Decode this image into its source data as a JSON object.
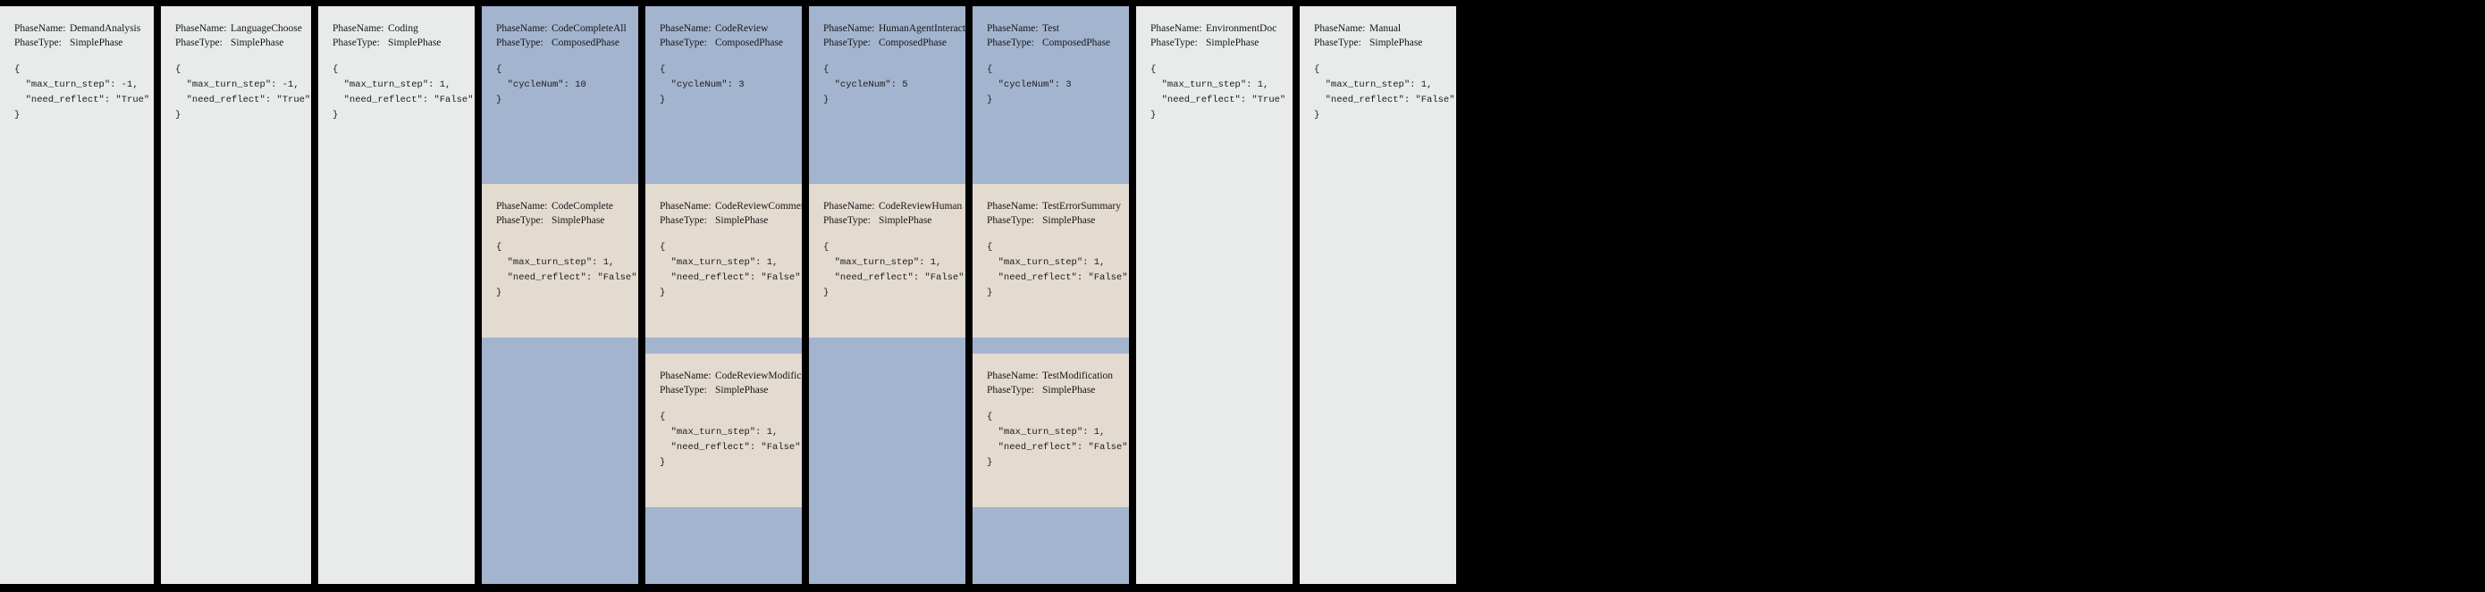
{
  "labels": {
    "phase_name_key": "PhaseName:",
    "phase_type_key": "PhaseType:"
  },
  "colors": {
    "simple_panel_bg": "#e8ebea",
    "composed_panel_bg": "#a3b4cf",
    "sub_phase_bg": "#e3dad0",
    "separator": "#000000",
    "text": "#151515"
  },
  "panels": [
    {
      "name": "DemandAnalysis",
      "type": "SimplePhase",
      "style": "simple",
      "config": "{\n  \"max_turn_step\": -1,\n  \"need_reflect\": \"True\"\n}",
      "subphases": []
    },
    {
      "name": "LanguageChoose",
      "type": "SimplePhase",
      "style": "simple",
      "config": "{\n  \"max_turn_step\": -1,\n  \"need_reflect\": \"True\"\n}",
      "subphases": []
    },
    {
      "name": "Coding",
      "type": "SimplePhase",
      "style": "simple",
      "config": "{\n  \"max_turn_step\": 1,\n  \"need_reflect\": \"False\"\n}",
      "subphases": []
    },
    {
      "name": "CodeCompleteAll",
      "type": "ComposedPhase",
      "style": "composed",
      "config": "{\n  \"cycleNum\": 10\n}",
      "subphases": [
        {
          "name": "CodeComplete",
          "type": "SimplePhase",
          "config": "{\n  \"max_turn_step\": 1,\n  \"need_reflect\": \"False\"\n}"
        }
      ]
    },
    {
      "name": "CodeReview",
      "type": "ComposedPhase",
      "style": "composed",
      "config": "{\n  \"cycleNum\": 3\n}",
      "subphases": [
        {
          "name": "CodeReviewComment",
          "type": "SimplePhase",
          "config": "{\n  \"max_turn_step\": 1,\n  \"need_reflect\": \"False\"\n}"
        },
        {
          "name": "CodeReviewModification",
          "type": "SimplePhase",
          "config": "{\n  \"max_turn_step\": 1,\n  \"need_reflect\": \"False\"\n}"
        }
      ]
    },
    {
      "name": "HumanAgentInteraction",
      "type": "ComposedPhase",
      "style": "composed",
      "config": "{\n  \"cycleNum\": 5\n}",
      "subphases": [
        {
          "name": "CodeReviewHuman",
          "type": "SimplePhase",
          "config": "{\n  \"max_turn_step\": 1,\n  \"need_reflect\": \"False\"\n}"
        }
      ]
    },
    {
      "name": "Test",
      "type": "ComposedPhase",
      "style": "composed",
      "config": "{\n  \"cycleNum\": 3\n}",
      "subphases": [
        {
          "name": "TestErrorSummary",
          "type": "SimplePhase",
          "config": "{\n  \"max_turn_step\": 1,\n  \"need_reflect\": \"False\"\n}"
        },
        {
          "name": "TestModification",
          "type": "SimplePhase",
          "config": "{\n  \"max_turn_step\": 1,\n  \"need_reflect\": \"False\"\n}"
        }
      ]
    },
    {
      "name": "EnvironmentDoc",
      "type": "SimplePhase",
      "style": "simple",
      "config": "{\n  \"max_turn_step\": 1,\n  \"need_reflect\": \"True\"\n}",
      "subphases": []
    },
    {
      "name": "Manual",
      "type": "SimplePhase",
      "style": "simple",
      "config": "{\n  \"max_turn_step\": 1,\n  \"need_reflect\": \"False\"\n}",
      "subphases": []
    }
  ]
}
